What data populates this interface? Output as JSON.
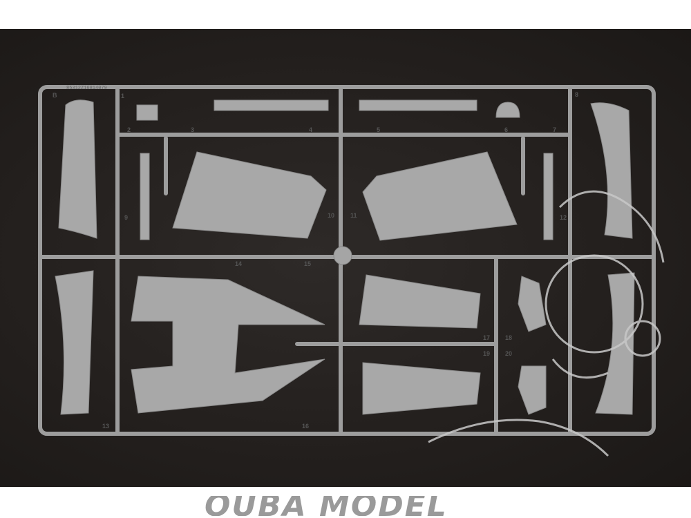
{
  "sprue": {
    "letter": "B",
    "code": "85312Z16814079",
    "part_numbers": [
      "1",
      "2",
      "3",
      "4",
      "5",
      "6",
      "7",
      "8",
      "9",
      "10",
      "11",
      "12",
      "13",
      "14",
      "15",
      "16",
      "17",
      "18",
      "19",
      "20"
    ]
  },
  "watermark": {
    "text": "OUBA MODEL"
  },
  "colors": {
    "plastic": "#a8a8a8",
    "background": "#231f1d"
  }
}
